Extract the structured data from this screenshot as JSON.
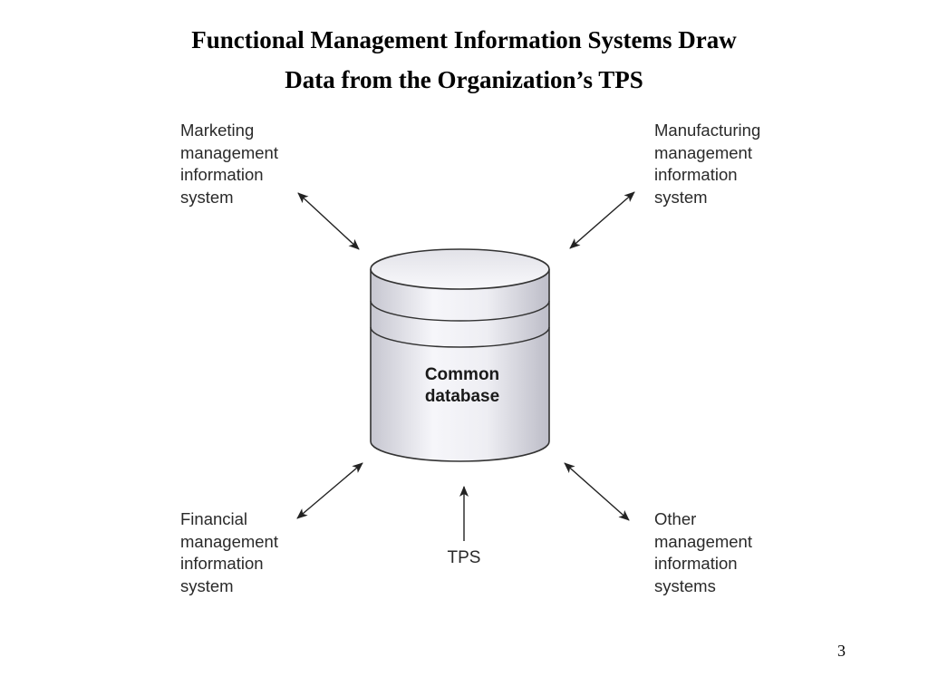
{
  "slide": {
    "title_lines": [
      "Functional Management Information Systems Draw",
      "Data from the Organization’s TPS"
    ],
    "page_number": "3"
  },
  "diagram": {
    "database": {
      "label_lines": [
        "Common",
        "database"
      ],
      "icon": "database-cylinder-icon"
    },
    "nodes": {
      "marketing": {
        "label_lines": [
          "Marketing",
          "management",
          "information",
          "system"
        ],
        "arrow": "bidirectional"
      },
      "manufacturing": {
        "label_lines": [
          "Manufacturing",
          "management",
          "information",
          "system"
        ],
        "arrow": "bidirectional"
      },
      "financial": {
        "label_lines": [
          "Financial",
          "management",
          "information",
          "system"
        ],
        "arrow": "bidirectional"
      },
      "other": {
        "label_lines": [
          "Other",
          "management",
          "information",
          "systems"
        ],
        "arrow": "bidirectional"
      },
      "tps": {
        "label": "TPS",
        "arrow": "one-way-up"
      }
    },
    "colors": {
      "text": "#2a2a2a",
      "outline": "#333333",
      "cylinder_light": "#f4f4f8",
      "cylinder_shade": "#c2c2cc",
      "arrow": "#222222"
    }
  }
}
